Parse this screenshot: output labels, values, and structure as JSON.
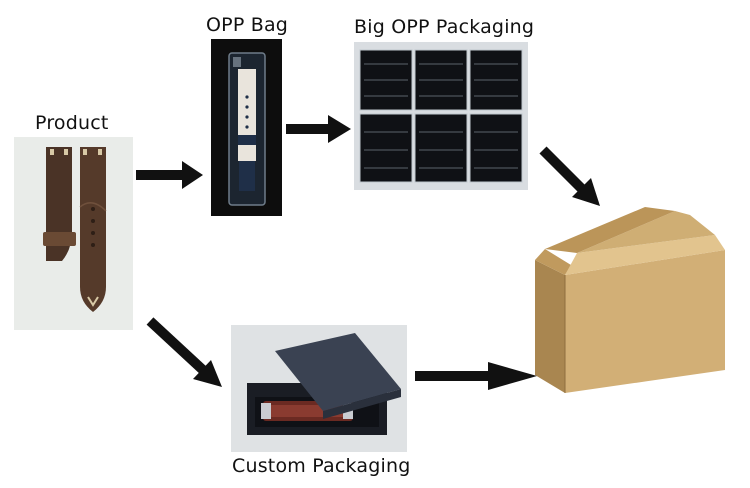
{
  "labels": {
    "product": "Product",
    "opp_bag": "OPP Bag",
    "big_opp": "Big OPP Packaging",
    "custom": "Custom Packaging"
  },
  "colors": {
    "arrow": "#111111",
    "product_bg": "#e9ece9",
    "leather": "#4a3326",
    "opp_bg": "#0d0d0d",
    "strap_white": "#e9e4dc",
    "big_opp_bg": "#d9dde1",
    "box_light": "#d8b77f",
    "box_mid": "#c9a56b",
    "box_dark": "#a98650",
    "gift_box": "#3a4252"
  }
}
